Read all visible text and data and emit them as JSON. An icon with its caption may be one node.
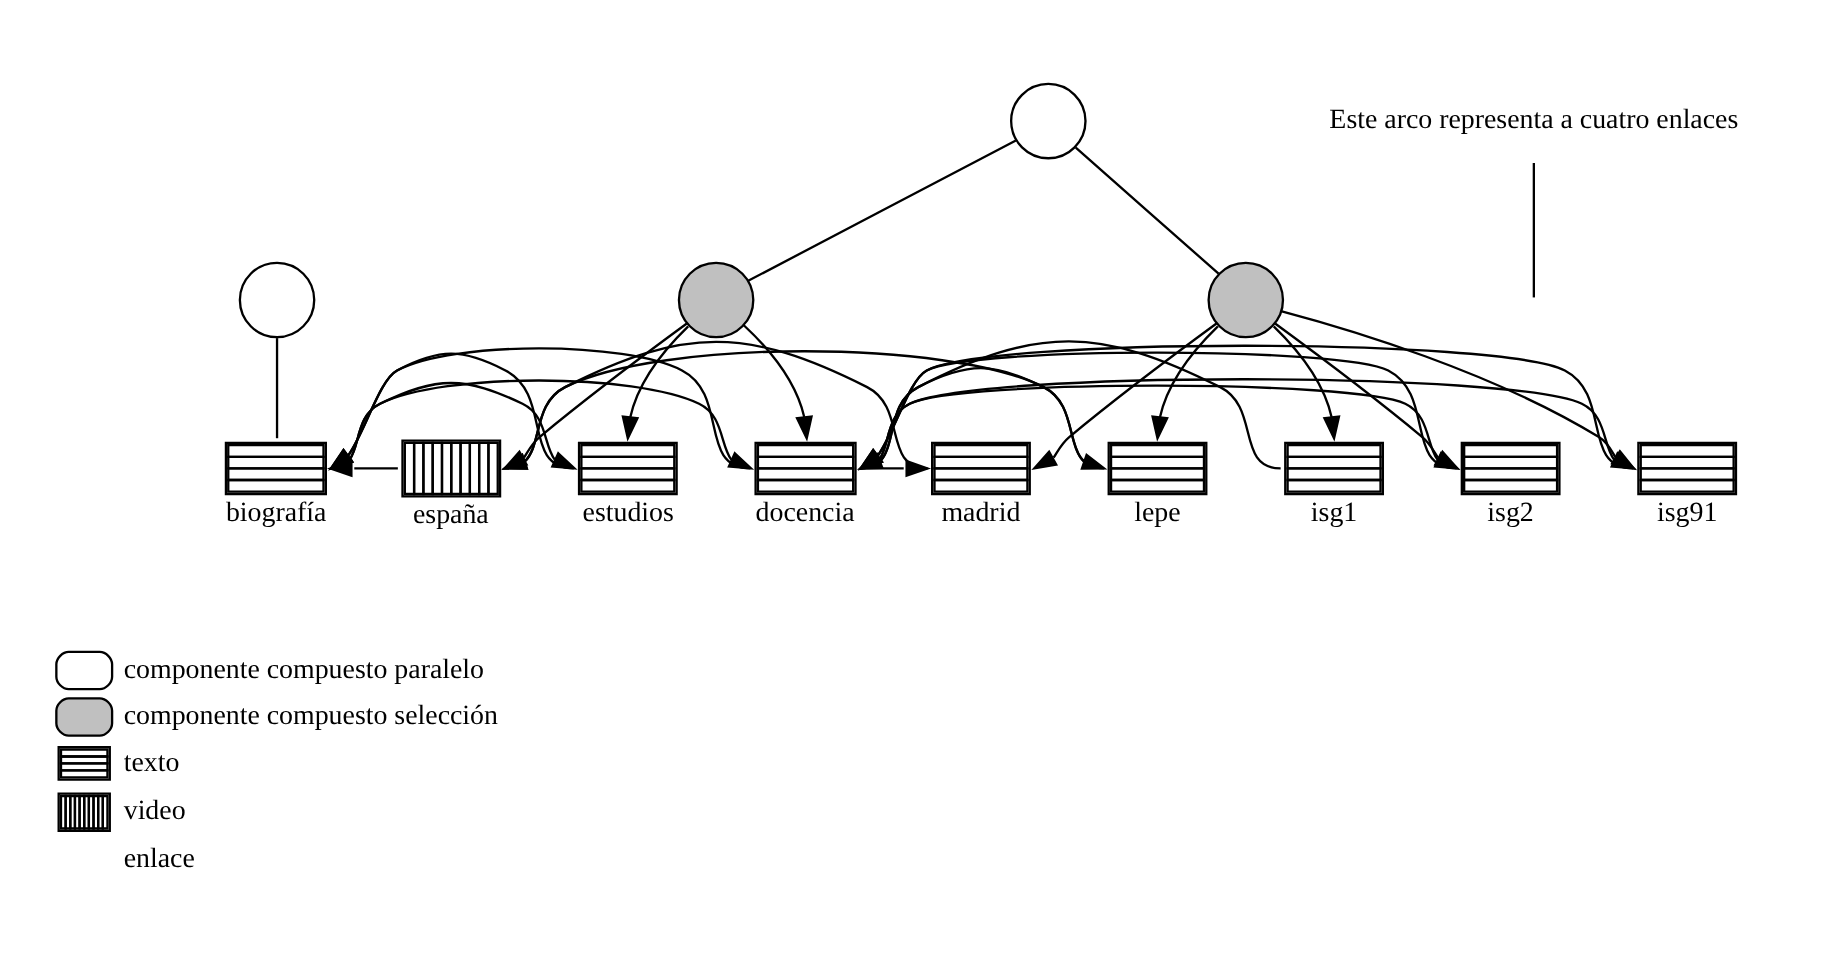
{
  "diagram": {
    "nodes": [
      {
        "text": [],
        "shape": "circle"
      },
      {
        "text": [],
        "shape": "circle"
      },
      {
        "text": [],
        "shape": "circle"
      },
      {
        "text": [],
        "shape": "circle"
      },
      {
        "text": [
          "biografía"
        ]
      },
      {
        "text": [
          "españa"
        ]
      },
      {
        "text": [
          "estudios"
        ]
      },
      {
        "text": [
          "docencia"
        ]
      },
      {
        "text": [
          "madrid"
        ]
      },
      {
        "text": [
          "lepe"
        ]
      },
      {
        "text": [
          "isg1"
        ]
      },
      {
        "text": [
          "isg2"
        ]
      },
      {
        "text": [
          "isg91"
        ]
      },
      {
        "text": [
          "Este arco representa a cuatro enlaces"
        ]
      }
    ],
    "edges": [
      {
        "from": 0,
        "to": 4,
        "arrow": "none"
      },
      {
        "from": 1,
        "to": 2,
        "arrow": "none"
      },
      {
        "from": 1,
        "to": 3,
        "arrow": "none"
      },
      {
        "from": 2,
        "to": 5,
        "arrow": "to"
      },
      {
        "from": 2,
        "to": 6,
        "arrow": "to"
      },
      {
        "from": 2,
        "to": 7,
        "arrow": "to"
      },
      {
        "from": 3,
        "to": 8,
        "arrow": "to"
      },
      {
        "from": 3,
        "to": 9,
        "arrow": "to"
      },
      {
        "from": 3,
        "to": 10,
        "arrow": "to"
      },
      {
        "from": 3,
        "to": 11,
        "arrow": "to"
      },
      {
        "from": 3,
        "to": 12,
        "arrow": "to"
      },
      {
        "from": 4,
        "to": 6,
        "arrow": "to"
      },
      {
        "from": 4,
        "to": 7,
        "arrow": "to"
      },
      {
        "from": 7,
        "to": 8,
        "arrow": "to"
      },
      {
        "from": 7,
        "to": 9,
        "arrow": "to"
      },
      {
        "from": 7,
        "to": 11,
        "arrow": "to"
      },
      {
        "from": 7,
        "to": 12,
        "arrow": "to"
      },
      {
        "from": 5,
        "to": 4,
        "arrow": "to"
      },
      {
        "from": 6,
        "to": 4,
        "arrow": "to"
      },
      {
        "from": 7,
        "to": 4,
        "arrow": "to"
      },
      {
        "from": 8,
        "to": 5,
        "arrow": "to"
      },
      {
        "from": 9,
        "to": 5,
        "arrow": "to"
      },
      {
        "from": 10,
        "to": 7,
        "arrow": "to"
      },
      {
        "from": 11,
        "to": 7,
        "arrow": "to"
      },
      {
        "from": 12,
        "to": 7,
        "arrow": "to"
      },
      {
        "from": 13,
        "to": null,
        "arrow": "none"
      }
    ],
    "legend": [
      {
        "text": "componente compuesto paralelo"
      },
      {
        "text": "componente compuesto selección"
      },
      {
        "text": "texto"
      },
      {
        "text": "video"
      },
      {
        "text": "enlace"
      }
    ]
  }
}
